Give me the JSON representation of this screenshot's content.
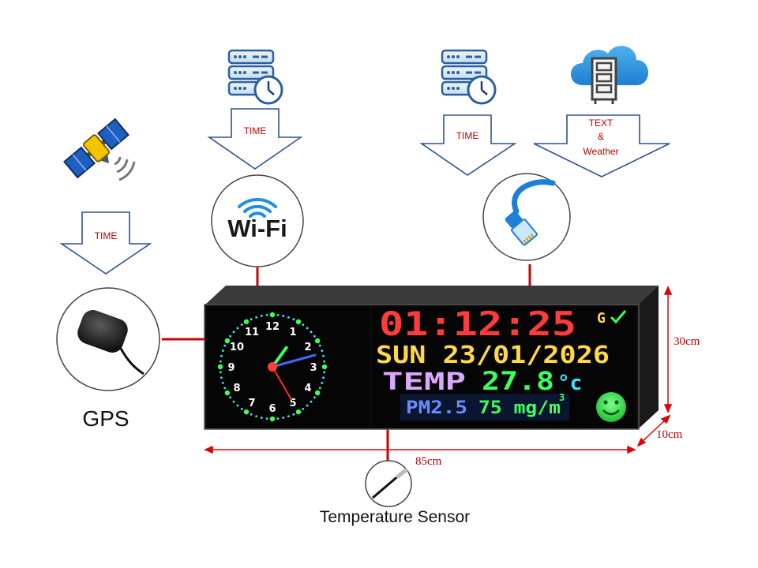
{
  "arrows": {
    "gps_time": "TIME",
    "wifi_time": "TIME",
    "ethernet_time": "TIME",
    "text_weather": [
      "TEXT",
      "&",
      "Weather"
    ]
  },
  "inputs": {
    "gps_label": "GPS",
    "wifi_logo": "Wi-Fi",
    "temp_sensor_label": "Temperature Sensor"
  },
  "display": {
    "time": "01:12:25",
    "gps_badge": "G",
    "date": "SUN 23/01/2026",
    "temp_label": "TEMP",
    "temp_value": "27.8",
    "temp_unit": "°c",
    "pm_label": "PM2.5",
    "pm_value": "75 mg/m",
    "pm_exp": "3",
    "clock_numbers": [
      "12",
      "1",
      "2",
      "3",
      "4",
      "5",
      "6",
      "7",
      "8",
      "9",
      "10",
      "11"
    ],
    "clock_time": {
      "hour": 1,
      "minute": 12,
      "second": 25
    }
  },
  "dimensions": {
    "height": "30cm",
    "depth": "10cm",
    "width": "85cm"
  },
  "colors": {
    "arrow_stroke": "#2f528f",
    "connector": "#d00000",
    "dimension": "#e00000",
    "panel": "#0a0a0a",
    "led_red": "#ff3b3b",
    "led_green": "#3dff5a",
    "led_yellow": "#ffd84a",
    "led_pink": "#d9a8ff",
    "led_cyan": "#3fe3ff",
    "led_blue": "#6a8cff"
  },
  "icons": [
    "satellite-icon",
    "server-clock-icon",
    "cloud-server-icon",
    "wifi-logo",
    "ethernet-cable-icon",
    "gps-antenna-icon",
    "temperature-probe-icon",
    "smiley-icon"
  ]
}
